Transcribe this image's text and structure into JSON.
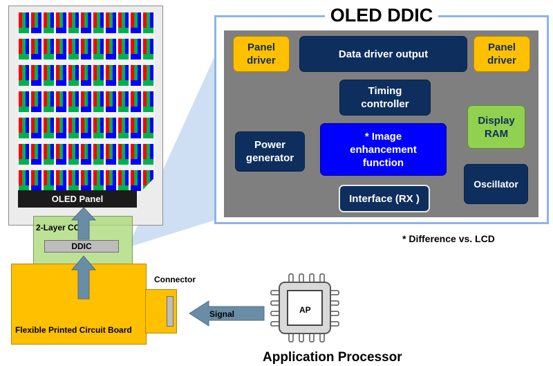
{
  "oled_panel": {
    "label": "OLED Panel"
  },
  "cof": {
    "label": "2-Layer COF",
    "chip_label": "DDIC"
  },
  "fpcb": {
    "label": "Flexible Printed Circuit Board"
  },
  "connector": {
    "label": "Connector"
  },
  "signal": {
    "label": "Signal"
  },
  "application_processor": {
    "chip_label": "AP",
    "title": "Application Processor"
  },
  "ddic": {
    "title": "OLED DDIC",
    "blocks": {
      "panel_driver_left": "Panel\ndriver",
      "data_driver_output": "Data driver output",
      "panel_driver_right": "Panel\ndriver",
      "timing_controller": "Timing\ncontroller",
      "display_ram": "Display\nRAM",
      "power_generator": "Power\ngenerator",
      "image_enhancement": "* Image\nenhancement\nfunction",
      "oscillator": "Oscillator",
      "interface_rx": "Interface (RX )"
    },
    "note": "* Difference vs. LCD"
  },
  "colors": {
    "navy": "#0e2f5e",
    "orange": "#ffc000",
    "green": "#92d050",
    "blue": "#0000ff",
    "steel_blue": "#8eb4e3",
    "pixel_red": "#ff0000",
    "pixel_green": "#00b050",
    "pixel_blue": "#0000ff"
  }
}
